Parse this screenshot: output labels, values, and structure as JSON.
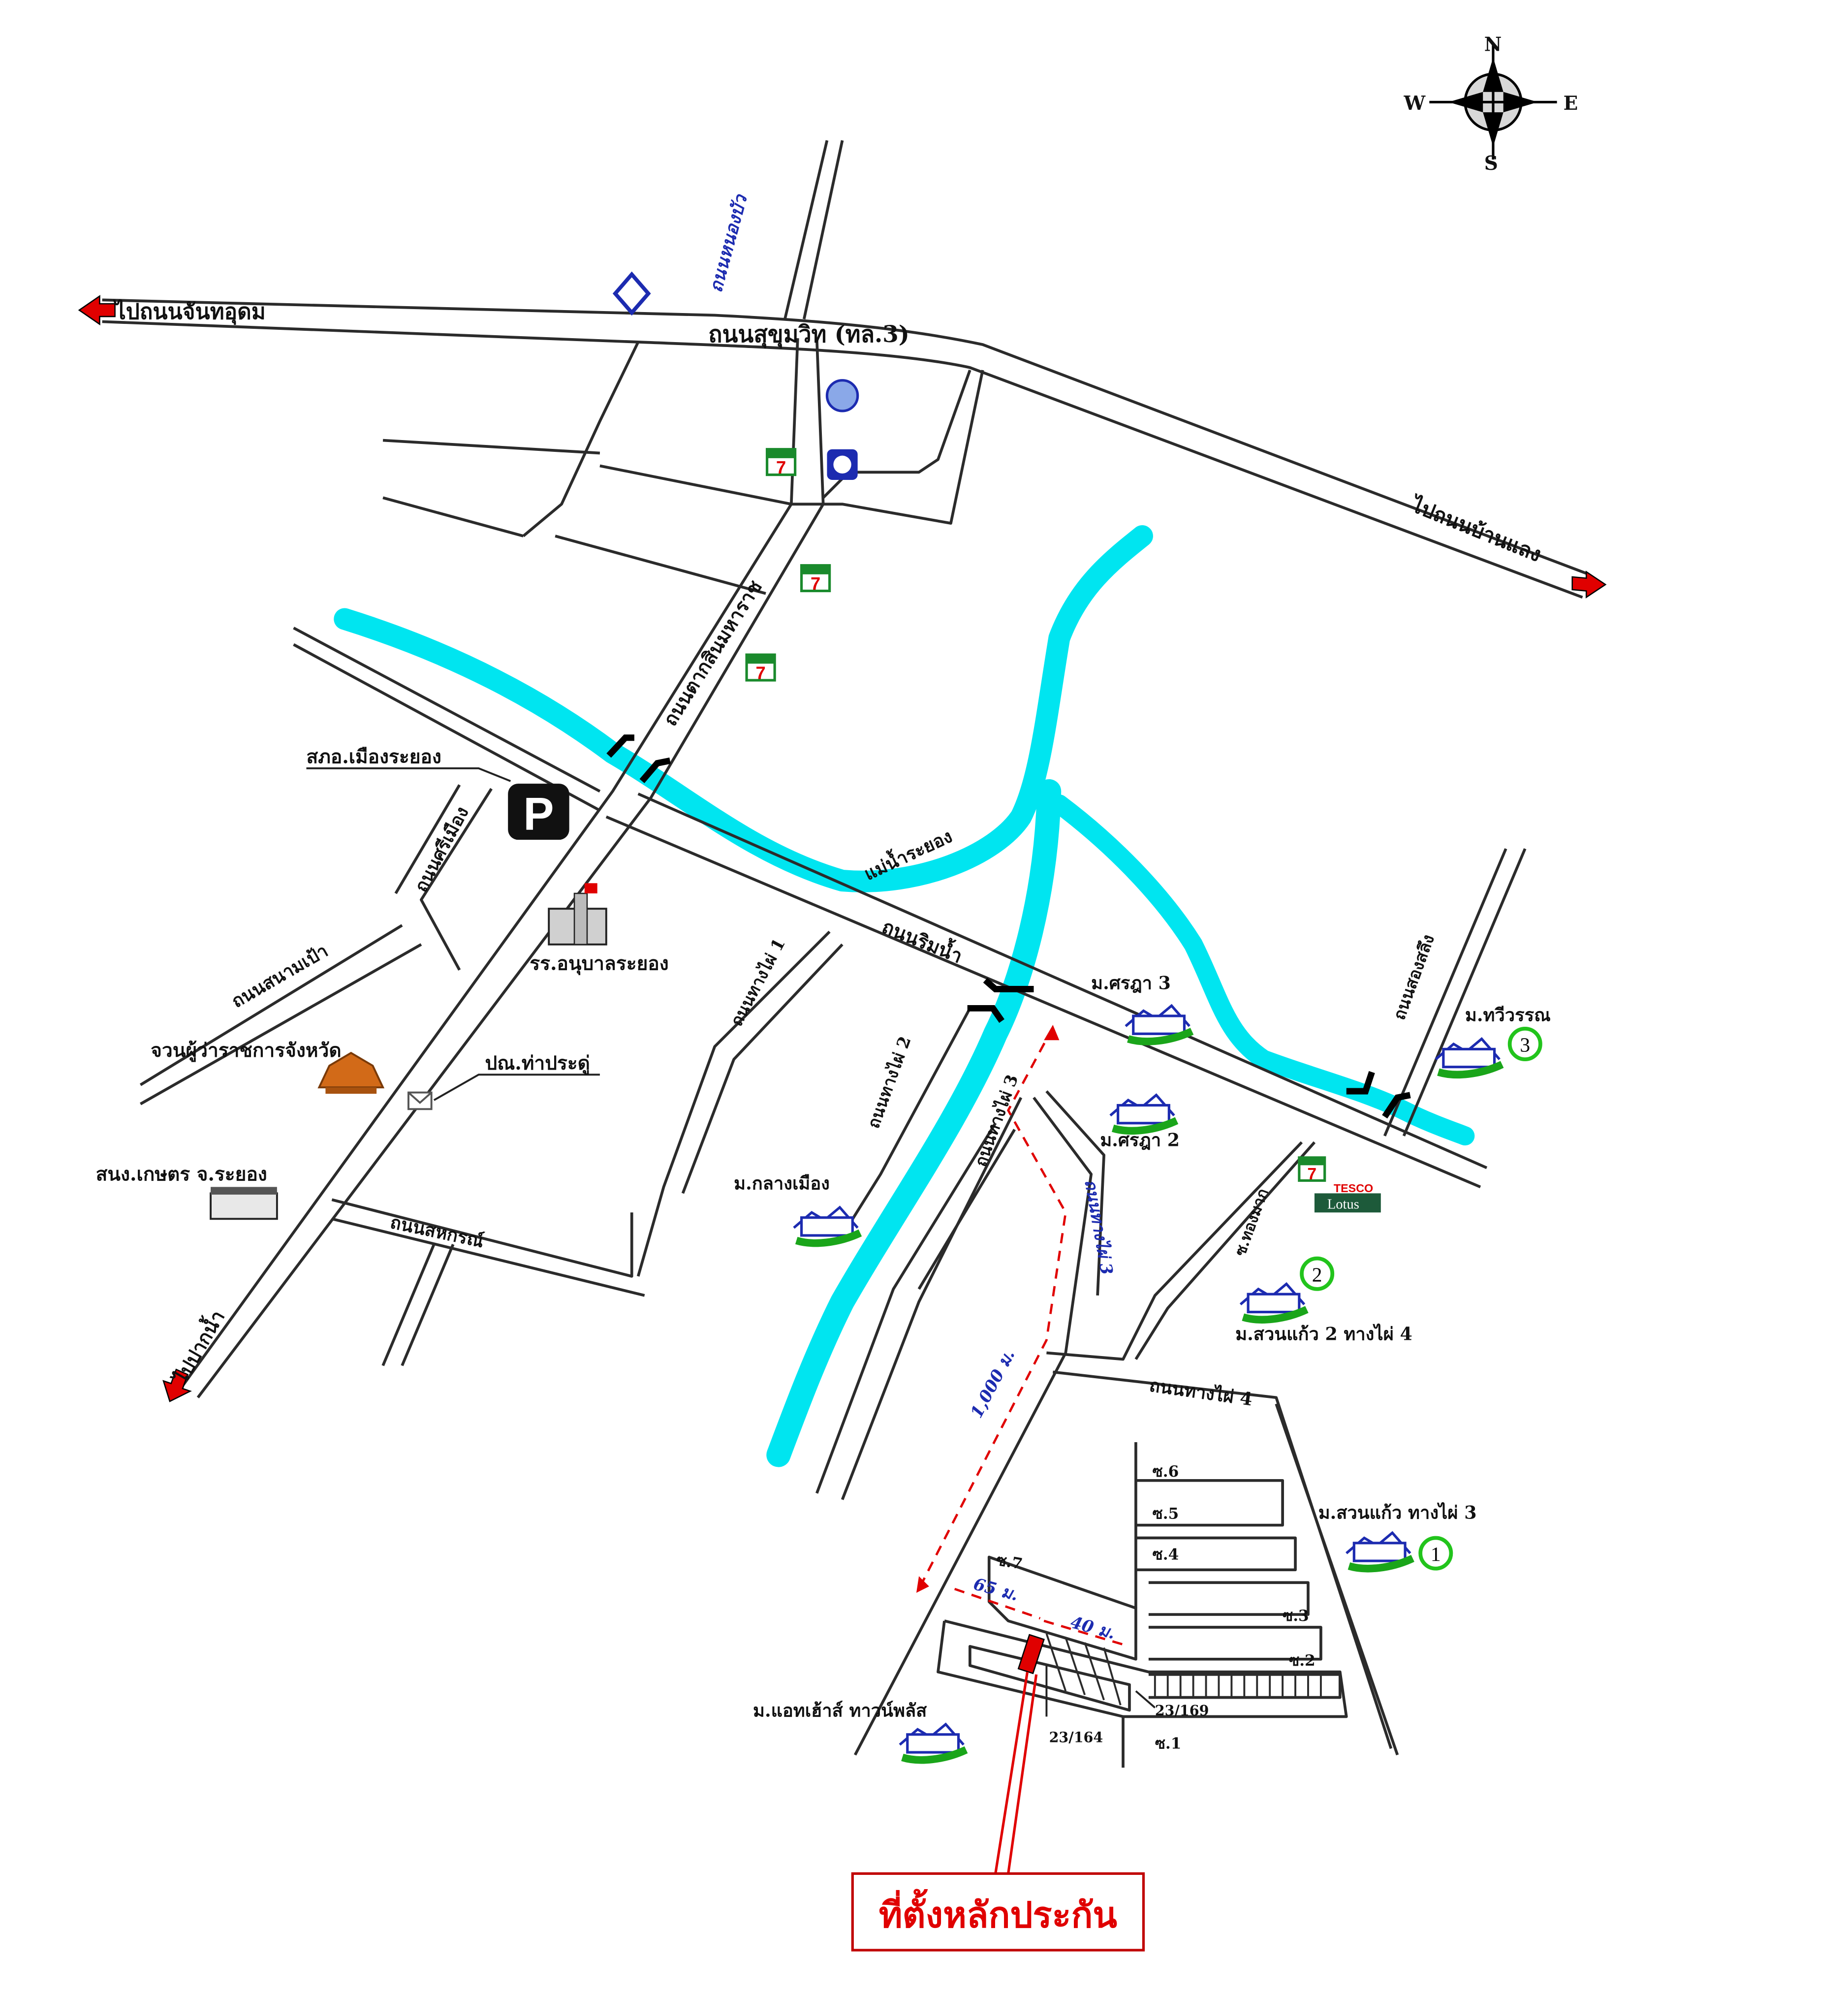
{
  "compass": {
    "n": "N",
    "s": "S",
    "e": "E",
    "w": "W"
  },
  "roads": {
    "sukhumvit": "ถนนสุขุมวิท (ทล.3)",
    "to_chanthaudom": "ไปถนนจันทอุดม",
    "to_ban_laeng": "ไปถนนบ้านแลง",
    "nong_bua": "ถนนหนองบัว",
    "tak_sin": "ถนนตากสินมหาราช",
    "si_mueang": "ถนนศรีเมือง",
    "sanam_pao": "ถนนสนามเป้า",
    "sahakon": "ถนนสหกรณ์",
    "to_pak_nam": "ไปปากน้ำ",
    "rim_nam": "ถนนริมน้ำ",
    "thang_phai_1": "ถนนทางไผ่ 1",
    "thang_phai_2": "ถนนทางไผ่ 2",
    "thang_phai_3": "ถนนทางไผ่ 3",
    "thang_phai_3_b": "ถนนทางไผ่ 3",
    "thang_phai_4": "ถนนทางไผ่ 4",
    "song_salung": "ถนนสองสลึง",
    "soi_thong_mak": "ซ.ทองมาก"
  },
  "river": {
    "name": "แม่น้ำระยอง",
    "color": "#00e5f0"
  },
  "places": {
    "police": "สภอ.เมืองระยอง",
    "parking_icon": "P",
    "school": "รร.อนุบาลระยอง",
    "governor": "จวนผู้ว่าราชการจังหวัด",
    "post_office": "ปณ.ท่าประดู่",
    "agri_office": "สนง.เกษตร จ.ระยอง",
    "sirada_3": "ม.ศรฎา 3",
    "sirada_2": "ม.ศรฎา 2",
    "klang_mueang": "ม.กลางเมือง",
    "thawiwan": "ม.ทวีวรรณ",
    "suan_kaeo_2": "ม.สวนแก้ว 2 ทางไผ่ 4",
    "suan_kaeo_3": "ม.สวนแก้ว ทางไผ่ 3",
    "at_house": "ม.แอทเฮ้าส์ ทาวน์พลัส",
    "lotus_brand_small": "TESCO",
    "lotus_brand": "Lotus",
    "seven_eleven_icon": "7"
  },
  "badges": {
    "one": "1",
    "two": "2",
    "three": "3",
    "color": "#22c41c"
  },
  "sois": {
    "s1": "ซ.1",
    "s2": "ซ.2",
    "s3": "ซ.3",
    "s4": "ซ.4",
    "s5": "ซ.5",
    "s6": "ซ.6",
    "s7": "ซ.7"
  },
  "house_numbers": {
    "h1": "23/169",
    "h2": "23/164"
  },
  "distances": {
    "d1": "1,000 ม.",
    "d2": "65 ม.",
    "d3": "40 ม."
  },
  "target": {
    "label": "ที่ตั้งหลักประกัน",
    "color": "#e00000"
  },
  "colors": {
    "road": "#333333",
    "river": "#00e5f0",
    "arrow": "#e00000",
    "blue_text": "#1c2bb0"
  }
}
